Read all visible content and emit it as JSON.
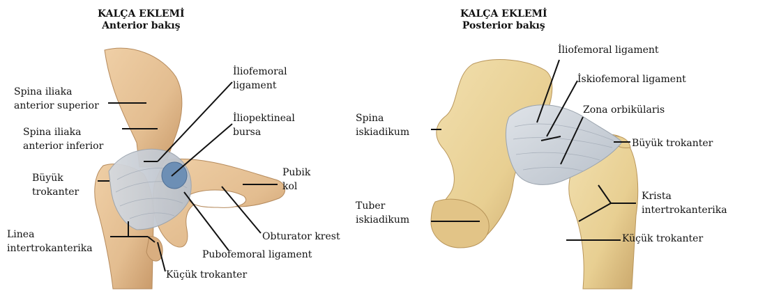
{
  "left": {
    "title": "KALÇA EKLEMİ",
    "subtitle": "Anterior bakış",
    "labels": {
      "spina_sup": "Spina iliaka\nanterior superior",
      "spina_inf": "Spina iliaka\nanterior inferior",
      "buyuk_trok": "Büyük\ntrokanter",
      "linea": "Linea\nintertrokanterika",
      "kucuk_trok": "Küçük trokanter",
      "iliofemoral": "İliofemoral\nligament",
      "iliopektineal": "İliopektineal\nbursa",
      "pubik_kol": "Pubik\nkol",
      "obturator": "Obturator krest",
      "pubofemoral": "Pubofemoral ligament"
    }
  },
  "right": {
    "title": "KALÇA EKLEMİ",
    "subtitle": "Posterior bakış",
    "labels": {
      "iliofemoral": "İliofemoral ligament",
      "iskiofemoral": "İskiofemoral ligament",
      "zona": "Zona orbikülaris",
      "buyuk_trok": "Büyük trokanter",
      "krista": "Krista\nintertrokanterika",
      "kucuk_trok": "Küçük trokanter",
      "spina_isk": "Spina\niskiadikum",
      "tuber": "Tuber\niskiadikum"
    }
  },
  "colors": {
    "bone": "#e3bd90",
    "bone_shadow": "#c99a6a",
    "bone_posterior": "#e8cf92",
    "ligament": "#c7cdd6",
    "bursa": "#6d8fb5",
    "leader": "#111111"
  }
}
